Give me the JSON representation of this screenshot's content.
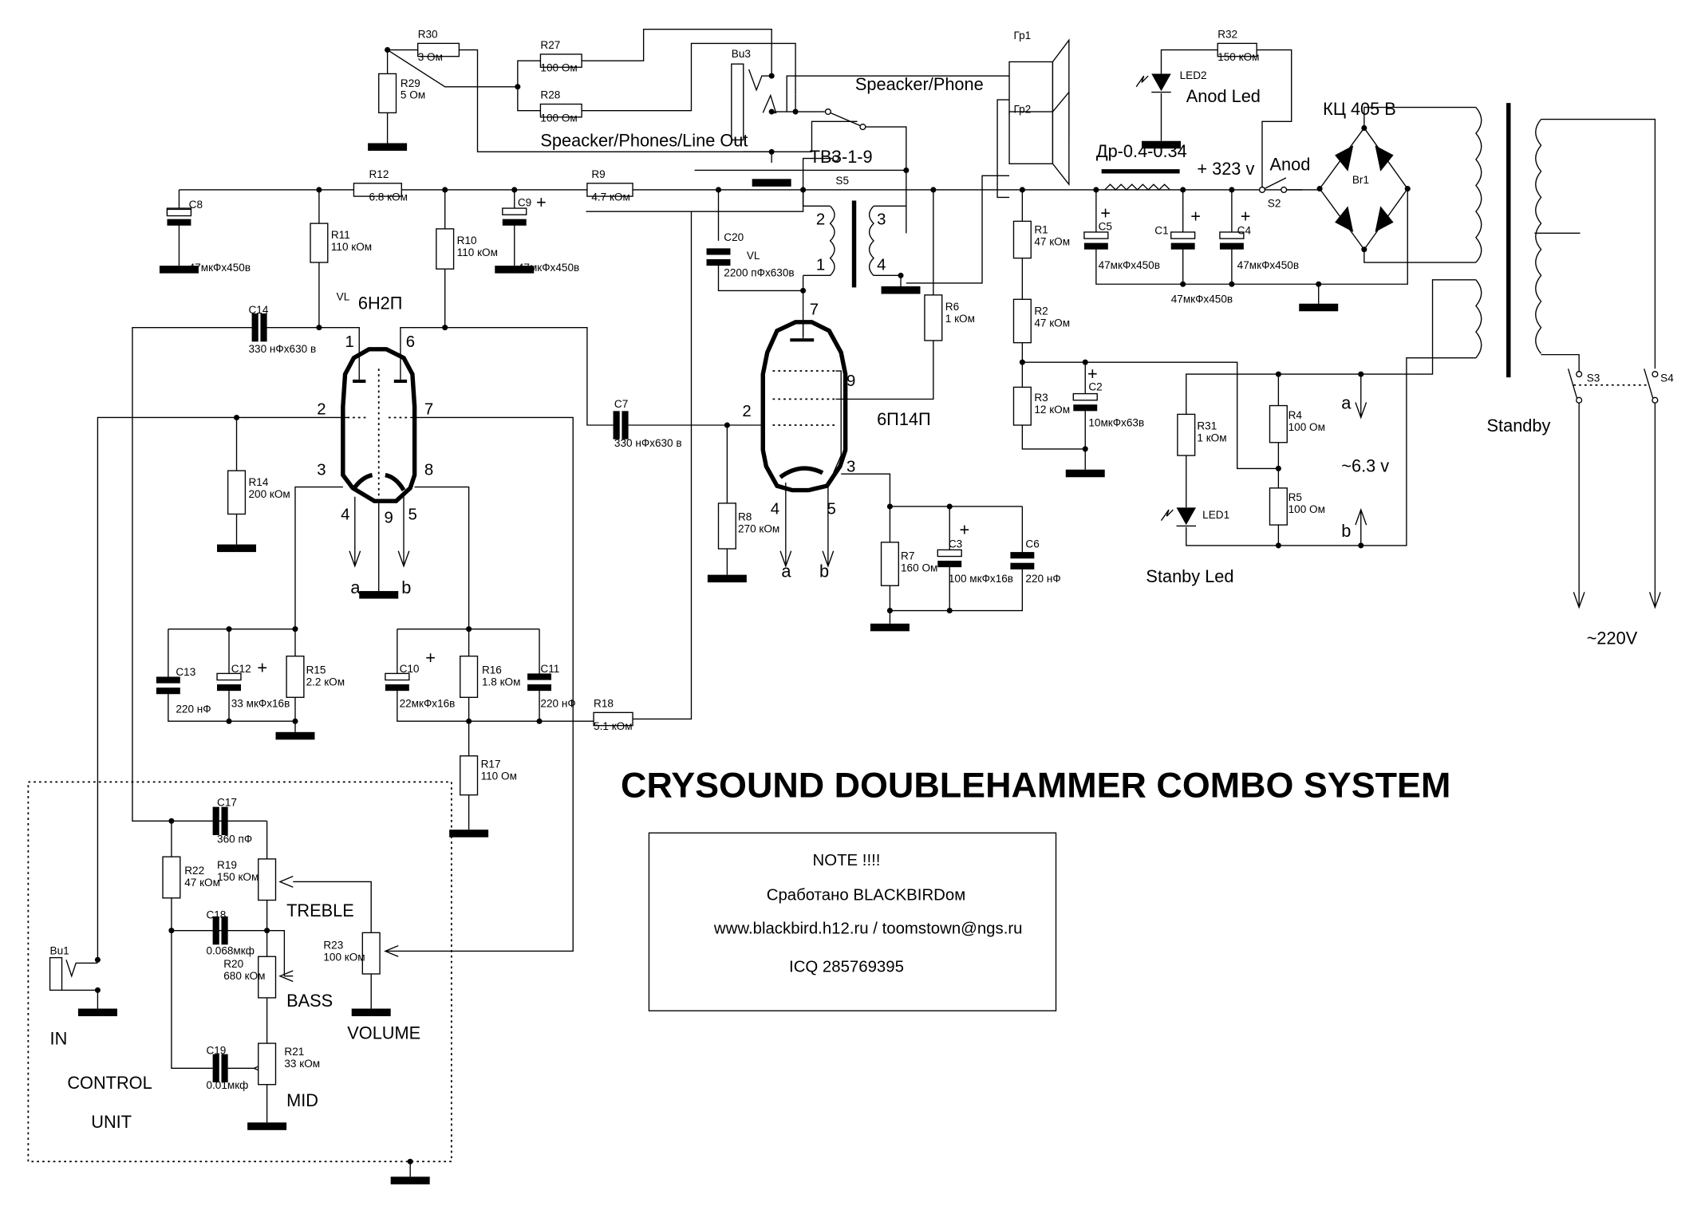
{
  "title": "CRYSOUND DOUBLEHAMMER COMBO SYSTEM",
  "note": {
    "heading": "NOTE !!!!",
    "lines": [
      "Сработано BLACKBIRDом",
      "www.blackbird.h12.ru / toomstown@ngs.ru",
      "ICQ 285769395"
    ]
  },
  "tubes": {
    "v1": {
      "vl": "VL",
      "type": "6Н2П",
      "pins": [
        "1",
        "6",
        "2",
        "7",
        "3",
        "8",
        "4",
        "9",
        "5"
      ],
      "heater": [
        "a",
        "b"
      ]
    },
    "v2": {
      "vl": "VL",
      "type": "6П14П",
      "pins": [
        "7",
        "9",
        "2",
        "3",
        "4",
        "5"
      ],
      "heater": [
        "a",
        "b"
      ]
    }
  },
  "resistors": [
    {
      "ref": "R30",
      "value": "3 Ом"
    },
    {
      "ref": "R29",
      "value": "5 Ом"
    },
    {
      "ref": "R27",
      "value": "100 Ом"
    },
    {
      "ref": "R28",
      "value": "100 Ом"
    },
    {
      "ref": "R12",
      "value": "6.8 кОм"
    },
    {
      "ref": "R11",
      "value": "110 кОм"
    },
    {
      "ref": "R10",
      "value": "110 кОм"
    },
    {
      "ref": "R9",
      "value": "4.7 кОм"
    },
    {
      "ref": "R14",
      "value": "200 кОм"
    },
    {
      "ref": "R15",
      "value": "2.2 кОм"
    },
    {
      "ref": "R16",
      "value": "1.8 кОм"
    },
    {
      "ref": "R17",
      "value": "110 Ом"
    },
    {
      "ref": "R18",
      "value": "5.1 кОм"
    },
    {
      "ref": "R8",
      "value": "270 кОм"
    },
    {
      "ref": "R7",
      "value": "160 Ом"
    },
    {
      "ref": "R6",
      "value": "1 кОм"
    },
    {
      "ref": "R1",
      "value": "47 кОм"
    },
    {
      "ref": "R2",
      "value": "47 кОм"
    },
    {
      "ref": "R3",
      "value": "12 кОм"
    },
    {
      "ref": "R32",
      "value": "150 кОм"
    },
    {
      "ref": "R31",
      "value": "1 кОм"
    },
    {
      "ref": "R4",
      "value": "100 Ом"
    },
    {
      "ref": "R5",
      "value": "100 Ом"
    },
    {
      "ref": "R22",
      "value": "47 кОм"
    },
    {
      "ref": "R19",
      "value": "150 кОм"
    },
    {
      "ref": "R20",
      "value": "680 кОм"
    },
    {
      "ref": "R21",
      "value": "33 кОм"
    },
    {
      "ref": "R23",
      "value": "100 кОм"
    }
  ],
  "capacitors": [
    {
      "ref": "C8",
      "value": "47мкФх450в"
    },
    {
      "ref": "C9",
      "value": "47мкФх450в"
    },
    {
      "ref": "C14",
      "value": "330 нФх630 в"
    },
    {
      "ref": "C7",
      "value": "330 нФх630 в"
    },
    {
      "ref": "C20",
      "value": "2200 пФх630в"
    },
    {
      "ref": "C13",
      "value": "220 нФ"
    },
    {
      "ref": "C12",
      "value": "33 мкФх16в"
    },
    {
      "ref": "C10",
      "value": "22мкФх16в"
    },
    {
      "ref": "C11",
      "value": "220 нФ"
    },
    {
      "ref": "C3",
      "value": "100 мкФх16в"
    },
    {
      "ref": "C6",
      "value": "220 нФ"
    },
    {
      "ref": "C5",
      "value": "47мкФх450в"
    },
    {
      "ref": "C1",
      "value": "47мкФх450в"
    },
    {
      "ref": "C4",
      "value": "47мкФх450в"
    },
    {
      "ref": "C2",
      "value": "10мкФх63в"
    },
    {
      "ref": "C17",
      "value": "360 пФ"
    },
    {
      "ref": "C18",
      "value": "0.068мкф"
    },
    {
      "ref": "C19",
      "value": "0.01мкф"
    }
  ],
  "labels": {
    "bu1": "Bu1",
    "bu3": "Bu3",
    "s5": "S5",
    "s2": "S2",
    "s3": "S3",
    "s4": "S4",
    "br1": "Br1",
    "led1": "LED1",
    "led2": "LED2",
    "gr1": "Гр1",
    "gr2": "Гр2",
    "out_transformer": "ТВЗ-1-9",
    "speaker_phone": "Speacker/Phone",
    "speaker_phones_line": "Speacker/Phones/Line Out",
    "choke": "Др-0.4-0.34",
    "b_plus": "+ 323 v",
    "anod": "Anod",
    "anod_led": "Anod Led",
    "bridge": "КЦ 405 В",
    "standby": "Standby",
    "standby_led": "Stanby Led",
    "heater_voltage": "~6.3 v",
    "mains": "~220V",
    "treble": "TREBLE",
    "bass": "BASS",
    "mid": "MID",
    "volume": "VOLUME",
    "in": "IN",
    "control": "CONTROL",
    "unit": "UNIT",
    "heater_a": "a",
    "heater_b": "b",
    "plus": "+",
    "ot_pins": [
      "2",
      "1",
      "3",
      "4"
    ]
  }
}
